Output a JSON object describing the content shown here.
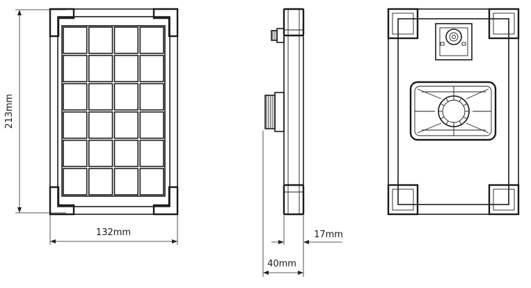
{
  "dimensions": {
    "height_label": "213mm",
    "width_label": "132mm",
    "thickness_label": "17mm",
    "depth_label": "40mm"
  },
  "front_view": {
    "cell_rows": 6,
    "cell_cols": 4
  }
}
